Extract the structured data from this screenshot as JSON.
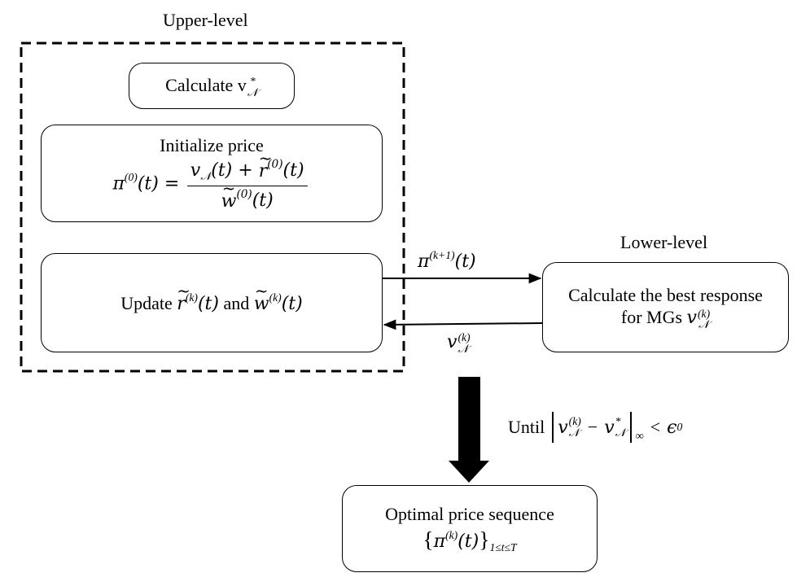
{
  "upper_level_label": "Upper-level",
  "lower_level_label": "Lower-level",
  "calculate_box": {
    "text": "Calculate v",
    "sub": "𝒩",
    "sup": "*"
  },
  "init_box": {
    "title": "Initialize price",
    "lhs": "π",
    "lhs_sup": "(0)",
    "arg": "(t) =",
    "num_v": "v",
    "num_v_sub": "𝒩",
    "num_rest": "(t) +",
    "num_r": "r",
    "num_r_sup": "(0)",
    "num_r_arg": "(t)",
    "den_w": "w",
    "den_w_sup": "(0)",
    "den_arg": "(t)"
  },
  "update_box": {
    "prefix": "Update",
    "r": "r",
    "r_sup": "(k)",
    "r_arg": "(t)",
    "and": "and",
    "w": "w",
    "w_sup": "(k)",
    "w_arg": "(t)"
  },
  "best_response_box": {
    "line1": "Calculate the best response",
    "line2": "for MGs",
    "v": "v",
    "v_sub": "𝒩",
    "v_sup": "(k)"
  },
  "arrow_right_label": {
    "pi": "π",
    "sup": "(k+1)",
    "arg": "(t)"
  },
  "arrow_left_label": {
    "v": "v",
    "sub": "𝒩",
    "sup": "(k)"
  },
  "until_label": {
    "text": "Until",
    "v": "v",
    "v_sub": "𝒩",
    "v_sup": "(k)",
    "minus": "−",
    "vs": "v",
    "vs_sub": "𝒩",
    "vs_sup": "*",
    "norm_sub": "∞",
    "lt": "<",
    "eps": "ϵ",
    "eps_sub": "0"
  },
  "optimal_box": {
    "title": "Optimal price sequence",
    "lbrace": "{",
    "pi": "π",
    "pi_sup": "(k)",
    "arg": "(t)",
    "rbrace": "}",
    "range": "1≤t≤T"
  }
}
